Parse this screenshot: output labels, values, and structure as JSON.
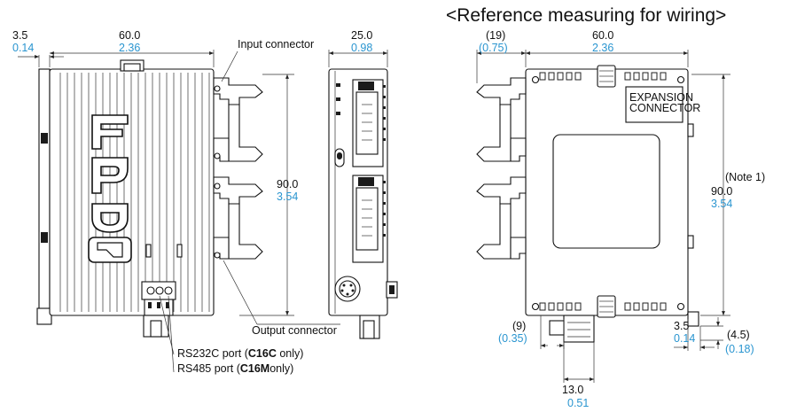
{
  "title": "<Reference measuring for wiring>",
  "left_view": {
    "dim_3_5": {
      "mm": "3.5",
      "in": "0.14"
    },
    "dim_width": {
      "mm": "60.0",
      "in": "2.36"
    },
    "dim_height": {
      "mm": "90.0",
      "in": "3.54"
    },
    "input_connector": "Input connector",
    "output_connector": "Output connector",
    "rs232c_pre": "RS232C port (",
    "rs232c_bold": "C16C",
    "rs232c_post": " only)",
    "rs485_pre": "RS485 port (",
    "rs485_bold": "C16M",
    "rs485_post": "only)"
  },
  "side_view": {
    "dim_depth": {
      "mm": "25.0",
      "in": "0.98"
    }
  },
  "right_view": {
    "dim_19": {
      "mm": "(19)",
      "in": "(0.75)"
    },
    "dim_width": {
      "mm": "60.0",
      "in": "2.36"
    },
    "note": "(Note 1)",
    "dim_height": {
      "mm": "90.0",
      "in": "3.54"
    },
    "expansion_label_1": "EXPANSION",
    "expansion_label_2": "CONNECTOR",
    "dim_9": {
      "mm": "(9)",
      "in": "(0.35)"
    },
    "dim_3_5": {
      "mm": "3.5",
      "in": "0.14"
    },
    "dim_4_5": {
      "mm": "(4.5)",
      "in": "(0.18)"
    },
    "dim_13": {
      "mm": "13.0",
      "in": "0.51"
    }
  }
}
